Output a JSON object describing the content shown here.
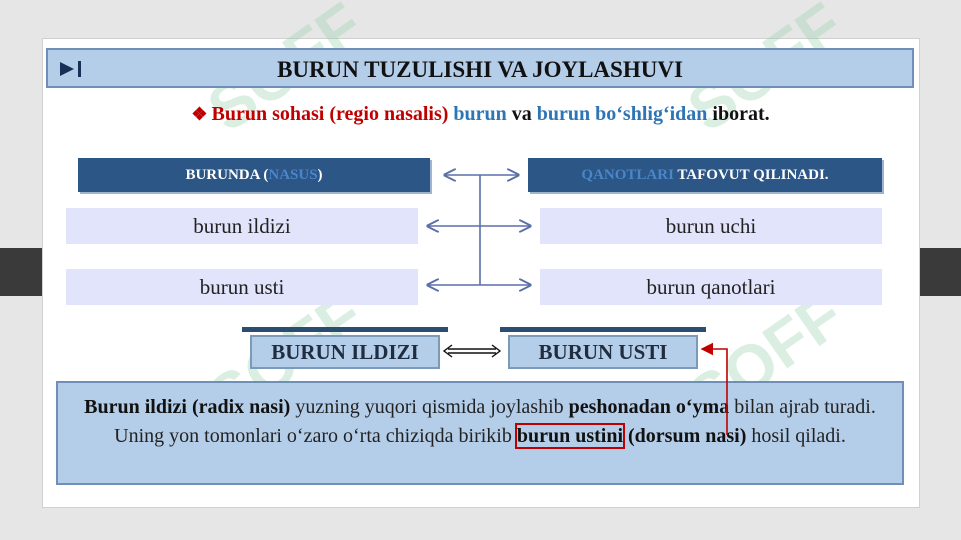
{
  "title": "BURUN TUZULISHI VA JOYLASHUVI",
  "subtitle": {
    "p1": "Burun sohasi (regio nasalis)",
    "p2": "burun",
    "p3": "va",
    "p4": "burun bo‘shlig‘idan",
    "p5": "iborat."
  },
  "left_header": {
    "pre": "BURUNDA (",
    "hl": "NASUS",
    "post": ")"
  },
  "right_header": {
    "hl": "QANOTLARI",
    "post": " TAFOVUT QILINADI."
  },
  "left_items": [
    "burun ildizi",
    "burun usti"
  ],
  "right_items": [
    "burun uchi",
    "burun qanotlari"
  ],
  "buttons": {
    "left": "BURUN ILDIZI",
    "right": "BURUN USTI"
  },
  "paragraph": {
    "a": "Burun ildizi (",
    "b": "radix nasi",
    "c": ")",
    "d": " yuzning yuqori qismida joylashib ",
    "e": "peshonadan o‘yma",
    "f": " bilan ajrab turadi. Uning yon tomonlari o‘zaro o‘rta chiziqda birikib ",
    "g": "burun ustini",
    "h": " (dorsum nasi)",
    "i": " hosil qiladi."
  },
  "colors": {
    "accent_red": "#c00000",
    "accent_blue": "#2e75b6",
    "header_dark": "#2b5686",
    "box_light": "#b4cde8"
  },
  "icons": {
    "title_icon": "play-bar-icon"
  }
}
